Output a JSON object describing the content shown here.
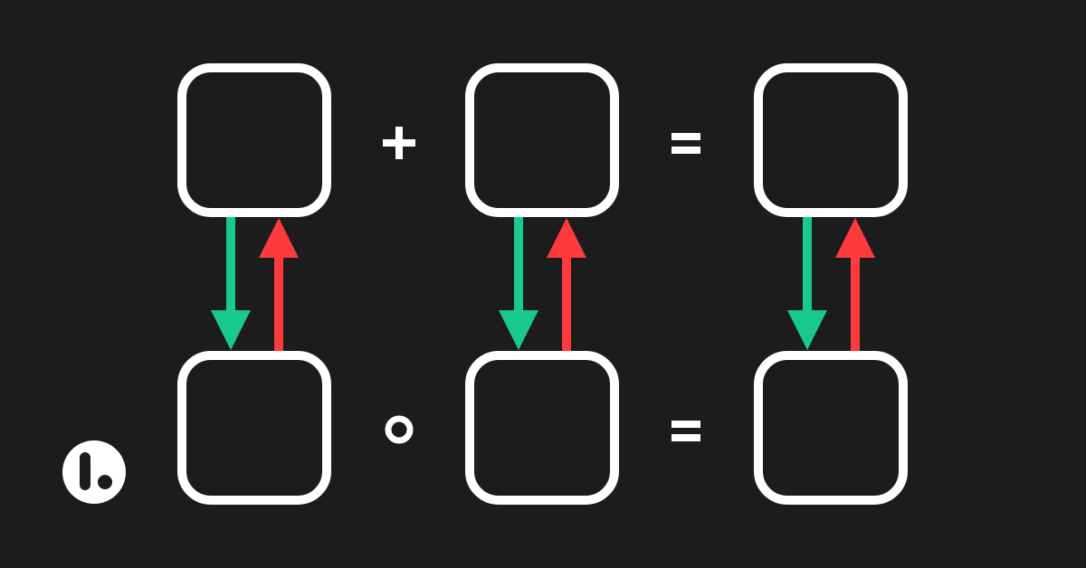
{
  "colors": {
    "background": "#1c1b1d",
    "stroke": "#ffffff",
    "arrow_down": "#19c98f",
    "arrow_up": "#fe3b3c",
    "logo_fill": "#ffffff",
    "logo_mark": "#1c1b1d"
  },
  "diagram": {
    "top_row": {
      "operators": [
        "plus",
        "equals"
      ]
    },
    "bottom_row": {
      "operators": [
        "compose",
        "equals"
      ]
    },
    "columns": [
      {
        "arrow_down": "map",
        "arrow_up": "inverse-map"
      },
      {
        "arrow_down": "map",
        "arrow_up": "inverse-map"
      },
      {
        "arrow_down": "map",
        "arrow_up": "inverse-map"
      }
    ]
  },
  "logo": {
    "icon": "brand-logo-icon"
  }
}
